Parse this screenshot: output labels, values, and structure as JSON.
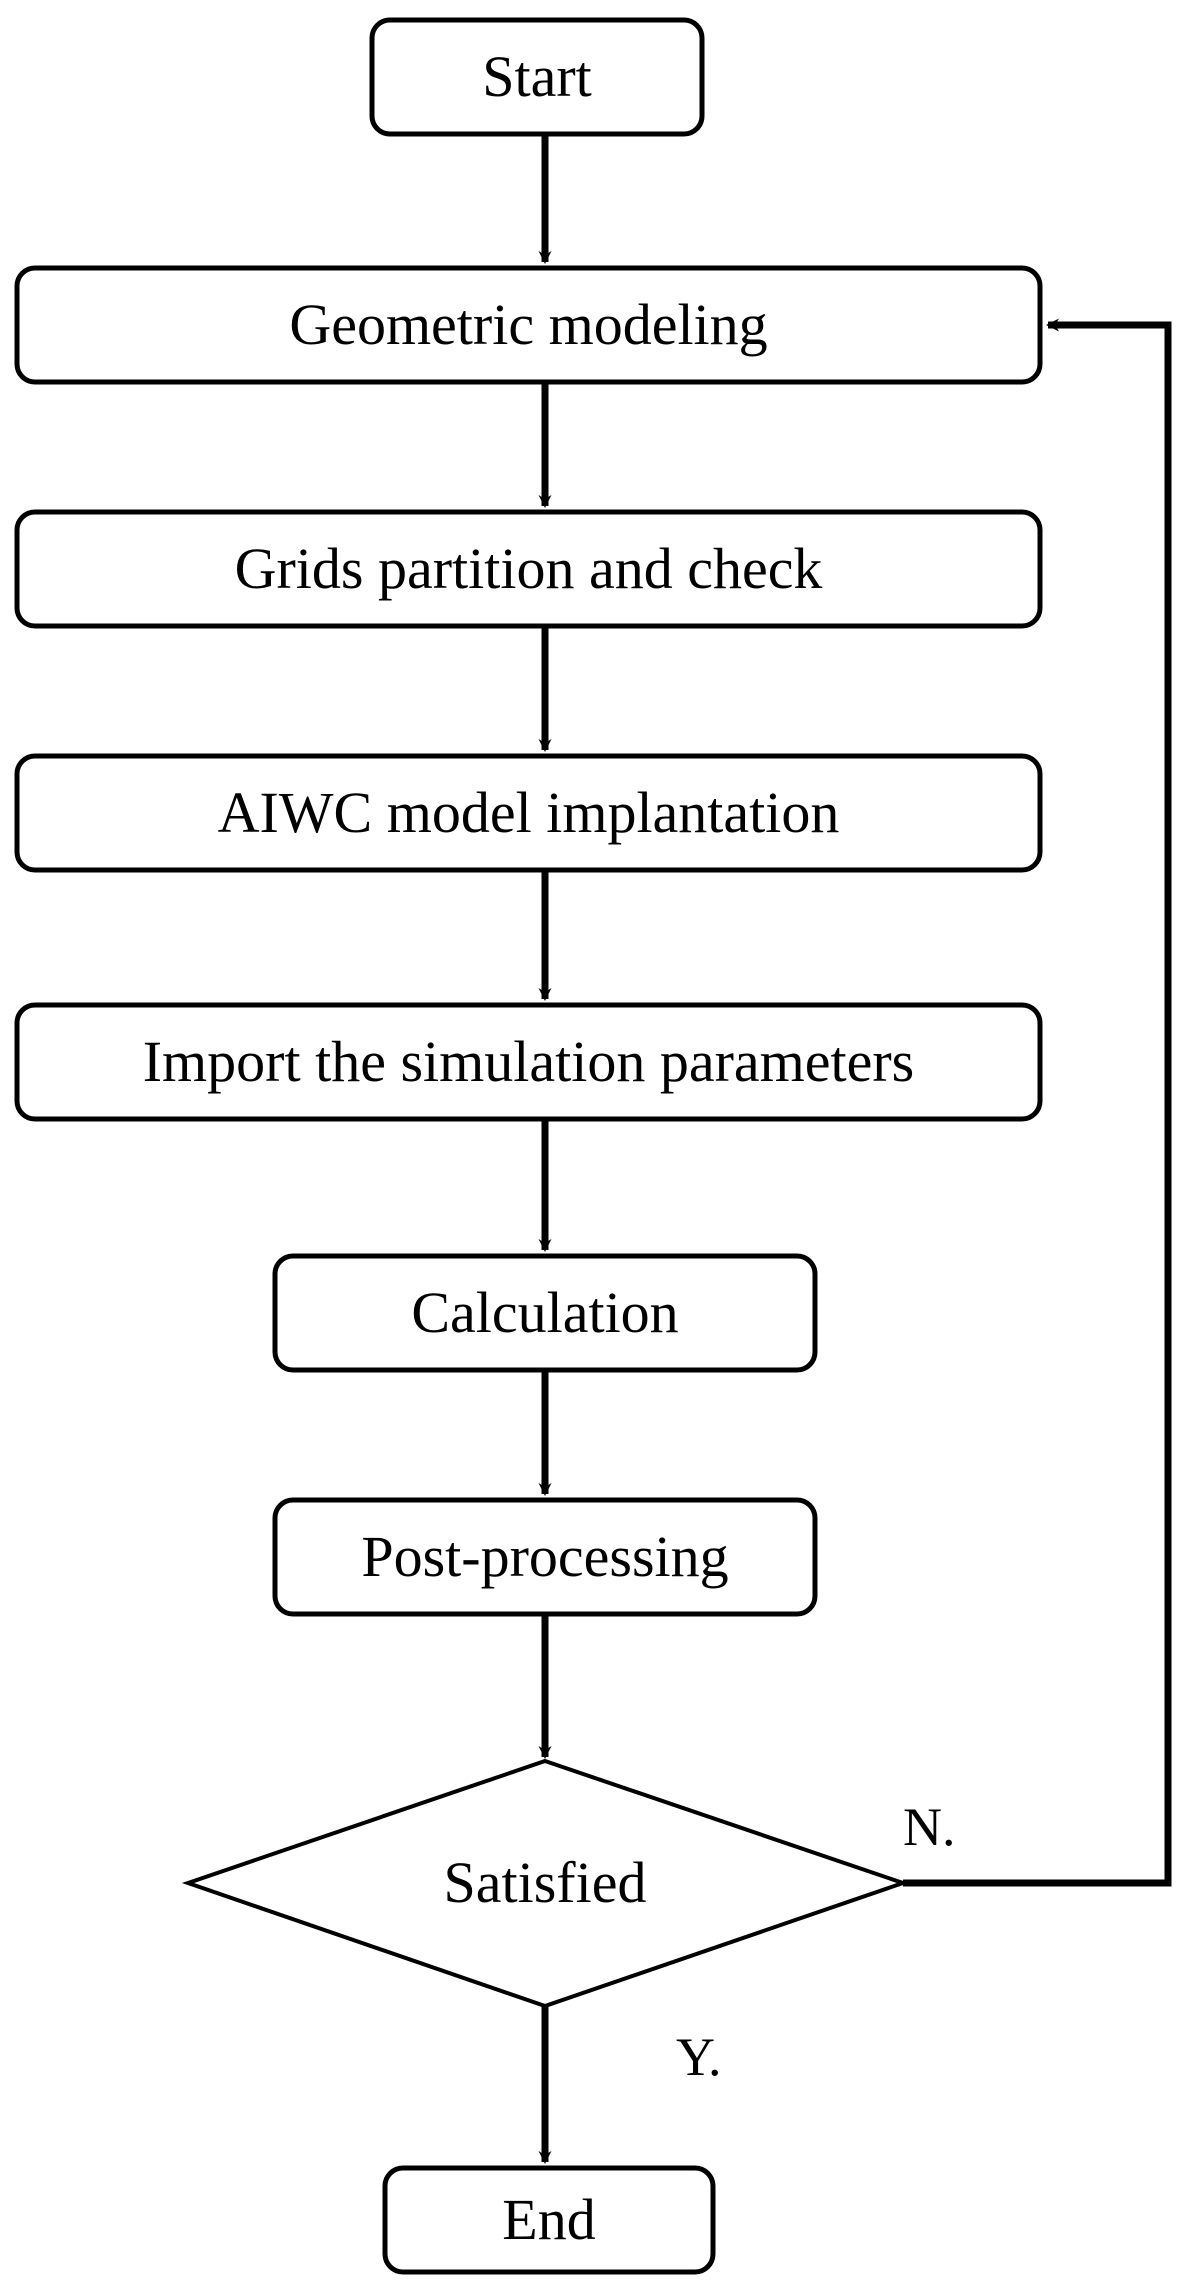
{
  "diagram": {
    "type": "flowchart",
    "orientation": "top-to-bottom",
    "background_color": "#ffffff",
    "stroke_color": "#000000",
    "text_color": "#000000",
    "title": "",
    "nodes": [
      {
        "id": "start",
        "label": "Start",
        "shape": "rounded-rectangle"
      },
      {
        "id": "geometric",
        "label": "Geometric modeling",
        "shape": "rounded-rectangle"
      },
      {
        "id": "grids",
        "label": "Grids partition and check",
        "shape": "rounded-rectangle"
      },
      {
        "id": "aiwc",
        "label": "AIWC model implantation",
        "shape": "rounded-rectangle"
      },
      {
        "id": "import",
        "label": "Import the simulation parameters",
        "shape": "rounded-rectangle"
      },
      {
        "id": "calc",
        "label": "Calculation",
        "shape": "rounded-rectangle"
      },
      {
        "id": "post",
        "label": "Post-processing",
        "shape": "rounded-rectangle"
      },
      {
        "id": "decision",
        "label": "Satisfied",
        "shape": "diamond"
      },
      {
        "id": "end",
        "label": "End",
        "shape": "rounded-rectangle"
      }
    ],
    "edge_labels": {
      "no": "N.",
      "yes": "Y."
    },
    "edges": [
      {
        "from": "start",
        "to": "geometric",
        "label": ""
      },
      {
        "from": "geometric",
        "to": "grids",
        "label": ""
      },
      {
        "from": "grids",
        "to": "aiwc",
        "label": ""
      },
      {
        "from": "aiwc",
        "to": "import",
        "label": ""
      },
      {
        "from": "import",
        "to": "calc",
        "label": ""
      },
      {
        "from": "calc",
        "to": "post",
        "label": ""
      },
      {
        "from": "post",
        "to": "decision",
        "label": ""
      },
      {
        "from": "decision",
        "to": "geometric",
        "label": "N."
      },
      {
        "from": "decision",
        "to": "end",
        "label": "Y."
      }
    ]
  }
}
